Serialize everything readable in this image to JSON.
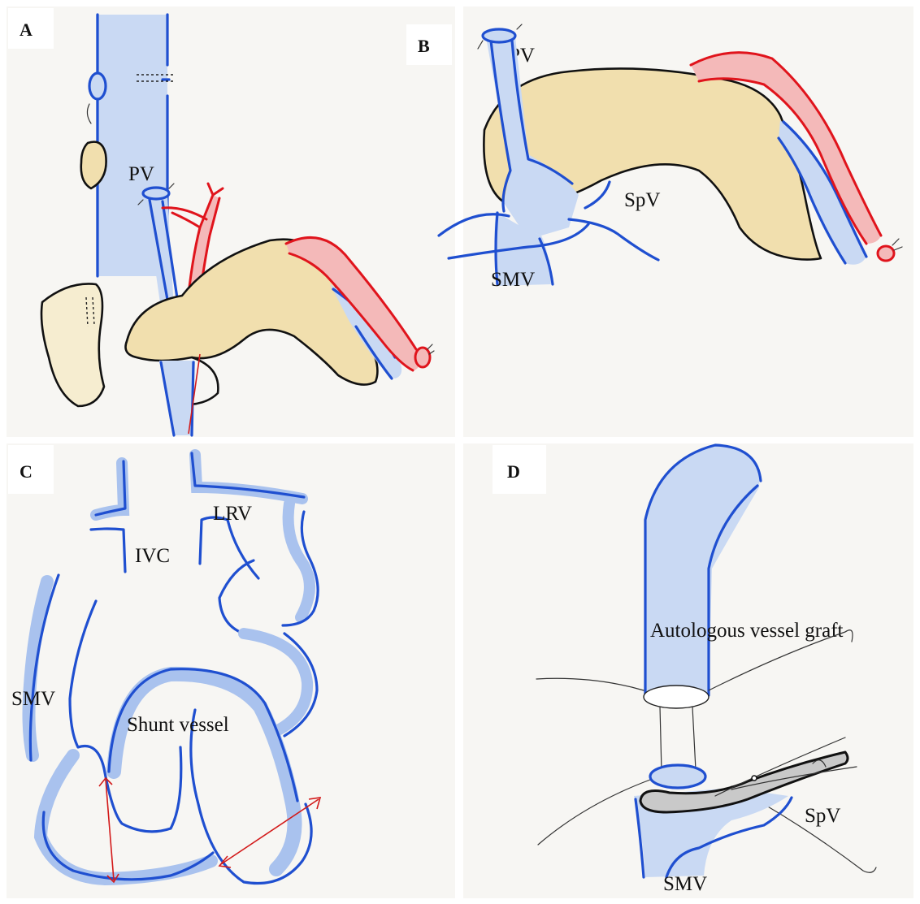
{
  "panels": {
    "a": {
      "letter": "A",
      "labels": {
        "pv": "PV"
      }
    },
    "b": {
      "letter": "B",
      "labels": {
        "pv": "PV",
        "spv": "SpV",
        "smv": "SMV"
      }
    },
    "c": {
      "letter": "C",
      "labels": {
        "lrv": "LRV",
        "ivc": "IVC",
        "smv": "SMV",
        "shunt": "Shunt vessel"
      }
    },
    "d": {
      "letter": "D",
      "labels": {
        "graft": "Autologous vessel graft",
        "spv": "SpV",
        "smv": "SMV"
      }
    }
  },
  "colors": {
    "vein": "#1f4fd0",
    "vein_fill": "#c9d9f3",
    "artery": "#e0141c",
    "pancreas": "#f1dfae",
    "outline": "#111111"
  }
}
